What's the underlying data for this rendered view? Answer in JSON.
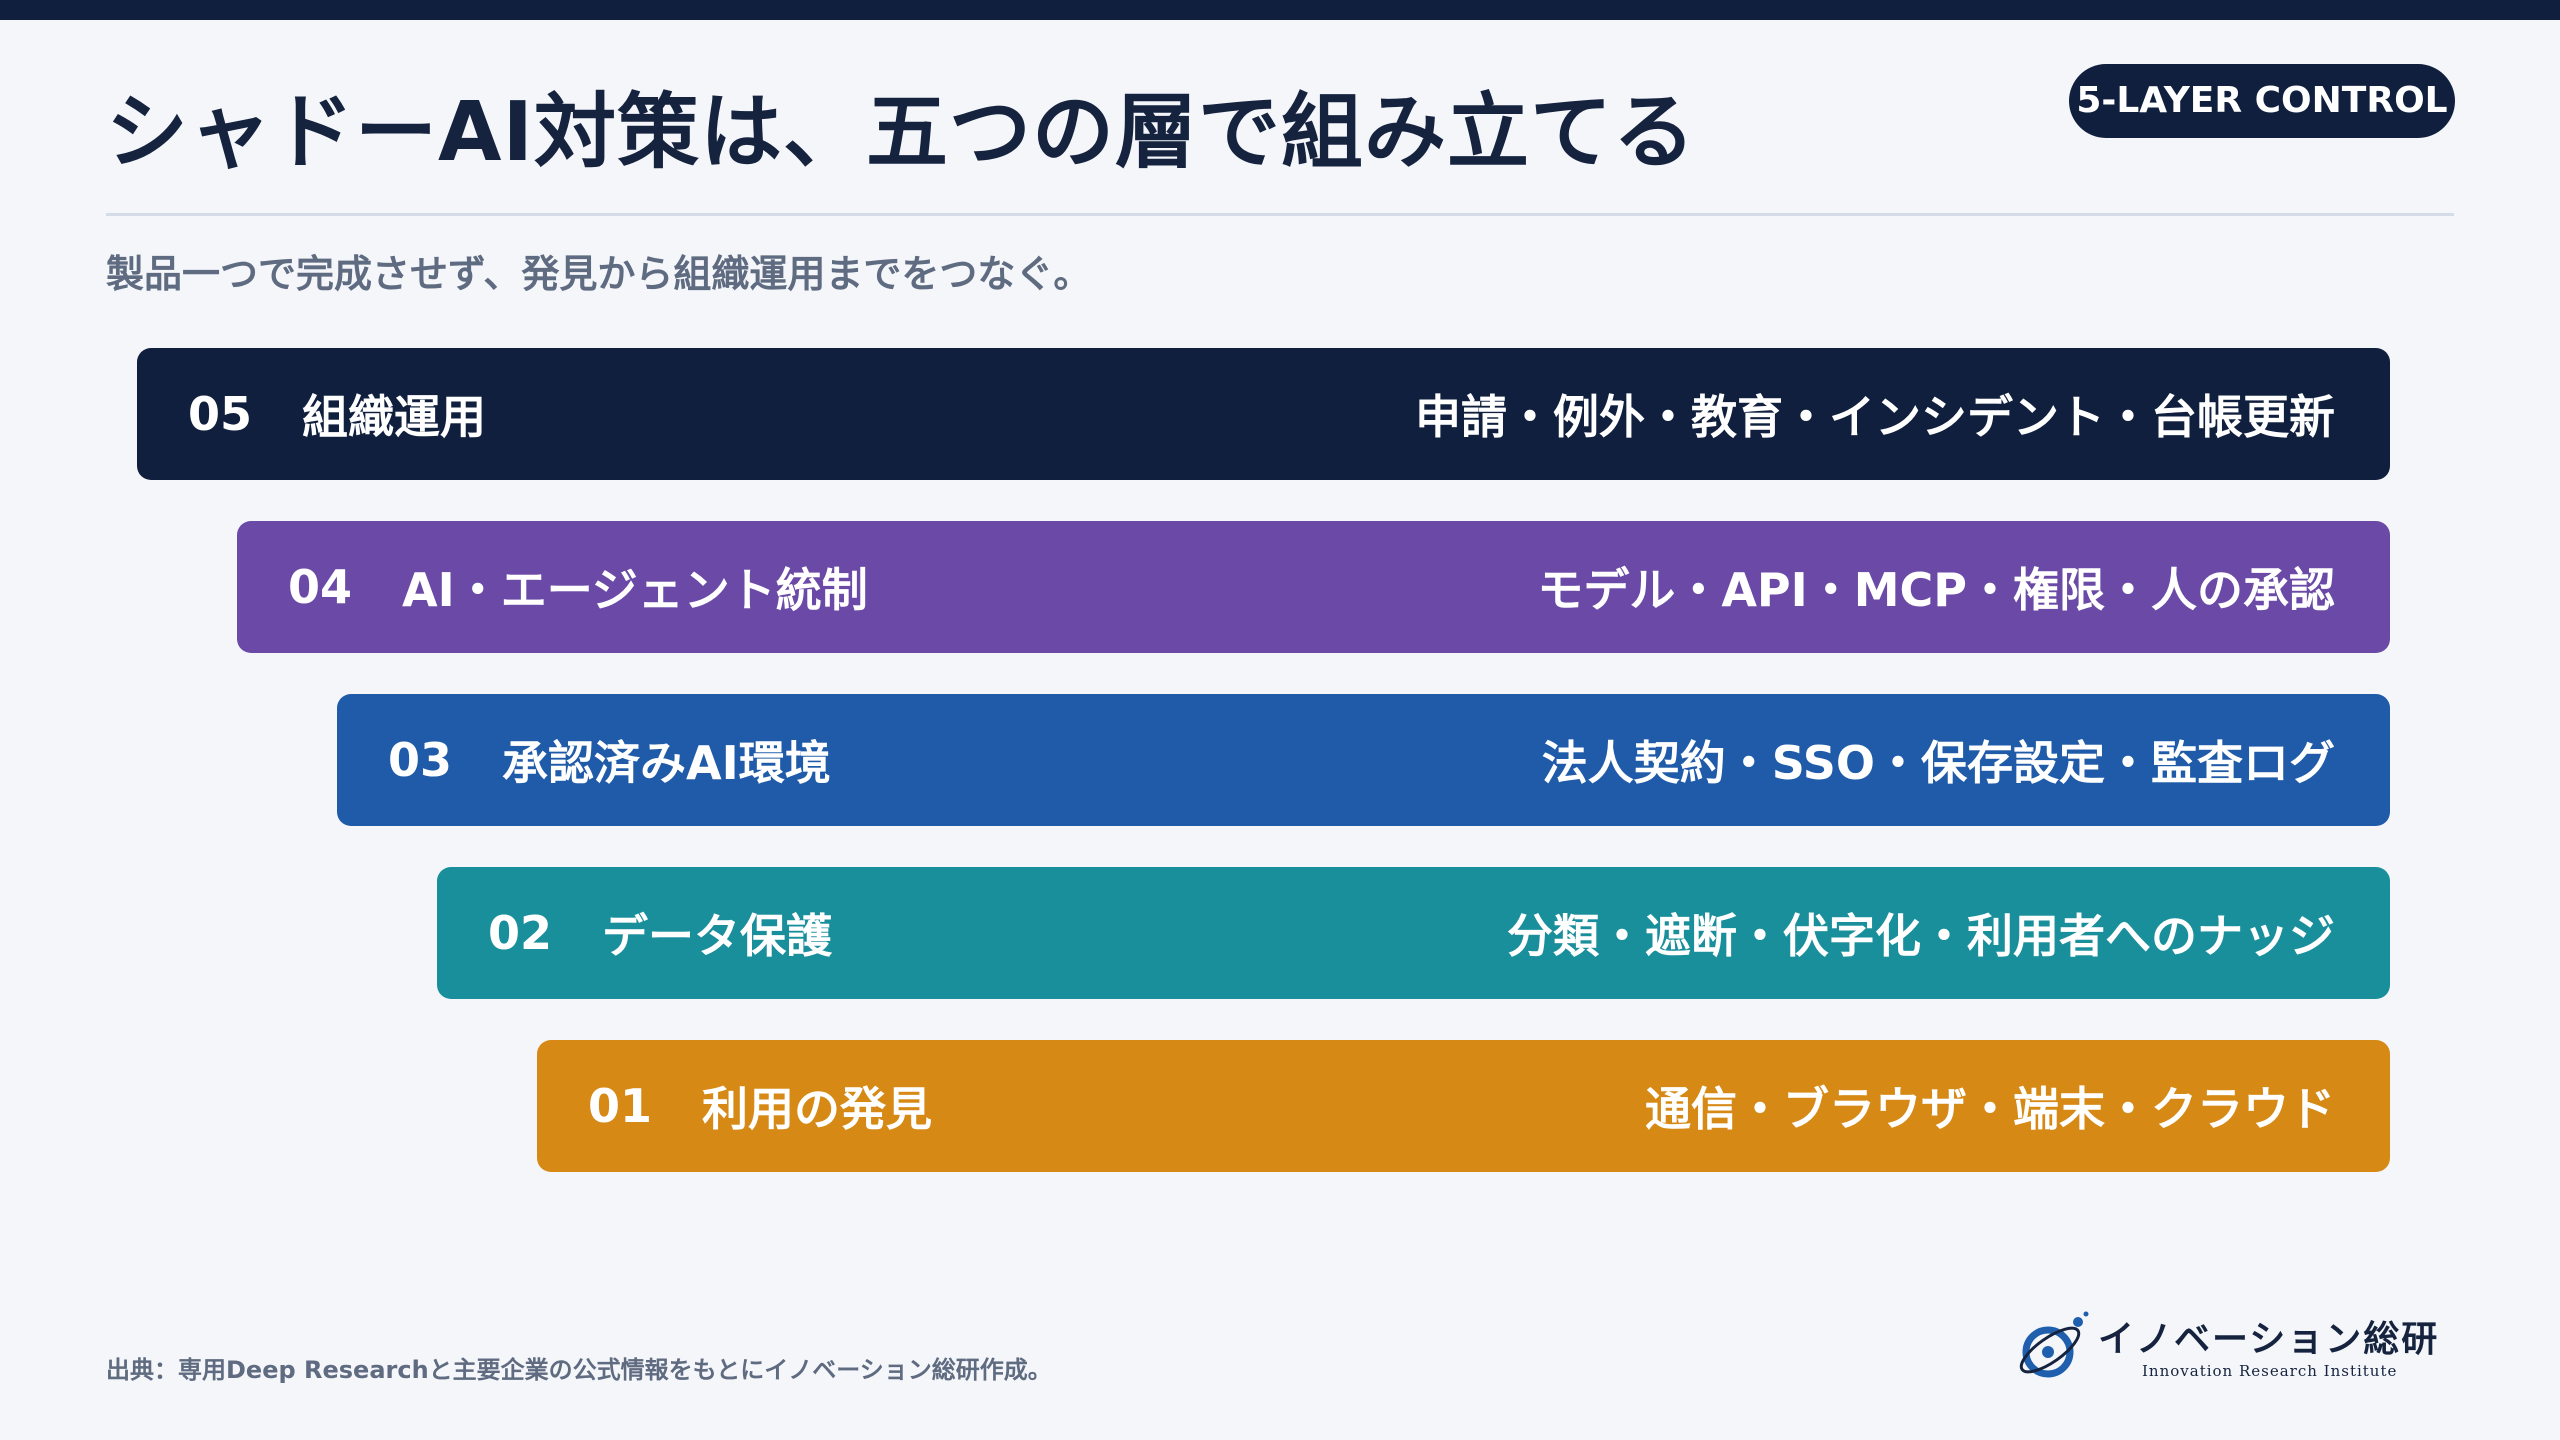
{
  "header": {
    "title": "シャドーAI対策は、五つの層で組み立てる",
    "badge": "5-LAYER CONTROL",
    "subtitle": "製品一つで完成させず、発見から組織運用までをつなぐ。"
  },
  "layers": [
    {
      "number": "05",
      "name": "組織運用",
      "detail": "申請・例外・教育・インシデント・台帳更新",
      "color": "#0f1f3d"
    },
    {
      "number": "04",
      "name": "AI・エージェント統制",
      "detail": "モデル・API・MCP・権限・人の承認",
      "color": "#6a4aa6"
    },
    {
      "number": "03",
      "name": "承認済みAI環境",
      "detail": "法人契約・SSO・保存設定・監査ログ",
      "color": "#1f5ba8"
    },
    {
      "number": "02",
      "name": "データ保護",
      "detail": "分類・遮断・伏字化・利用者へのナッジ",
      "color": "#1a8f9c"
    },
    {
      "number": "01",
      "name": "利用の発見",
      "detail": "通信・ブラウザ・端末・クラウド",
      "color": "#d68a15"
    }
  ],
  "footer": {
    "source": "出典：専用Deep Researchと主要企業の公式情報をもとにイノベーション総研作成。",
    "logo_name": "イノベーション総研",
    "logo_sub": "Innovation Research Institute"
  },
  "icons": {
    "logo": "atom-orbit-logo-icon"
  },
  "colors": {
    "background": "#f4f6fa",
    "navy": "#0f1f3d",
    "text": "#16233f",
    "muted": "#5f6b80"
  }
}
